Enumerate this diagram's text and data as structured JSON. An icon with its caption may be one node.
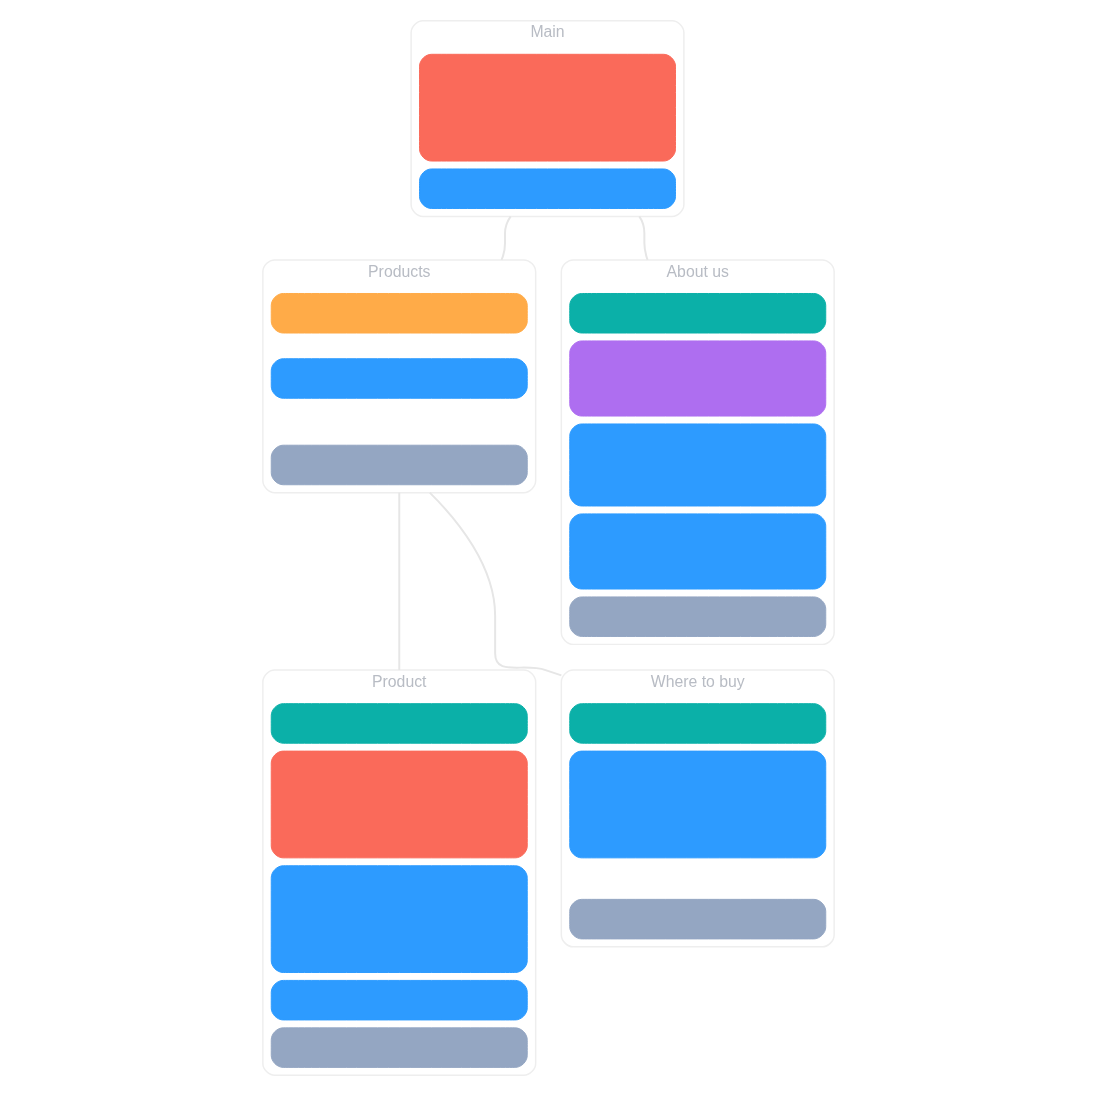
{
  "diagram": {
    "nodes": [
      {
        "text": [
          "Main"
        ]
      },
      {
        "text": [],
        "shape": "box",
        "in": 0
      },
      {
        "text": [],
        "shape": "box",
        "in": 0
      },
      {
        "text": [
          "Products"
        ]
      },
      {
        "text": [],
        "shape": "box",
        "in": 3
      },
      {
        "text": [],
        "shape": "box",
        "in": 3
      },
      {
        "text": [],
        "shape": "box",
        "in": 3
      },
      {
        "text": [
          "About us"
        ]
      },
      {
        "text": [],
        "shape": "box",
        "in": 7
      },
      {
        "text": [],
        "shape": "box",
        "in": 7
      },
      {
        "text": [],
        "shape": "box",
        "in": 7
      },
      {
        "text": [],
        "shape": "box",
        "in": 7
      },
      {
        "text": [],
        "shape": "box",
        "in": 7
      },
      {
        "text": [
          "Product"
        ]
      },
      {
        "text": [],
        "shape": "box",
        "in": 13
      },
      {
        "text": [],
        "shape": "box",
        "in": 13
      },
      {
        "text": [],
        "shape": "box",
        "in": 13
      },
      {
        "text": [],
        "shape": "box",
        "in": 13
      },
      {
        "text": [],
        "shape": "box",
        "in": 13
      },
      {
        "text": [
          "Where to buy"
        ]
      },
      {
        "text": [],
        "shape": "box",
        "in": 19
      },
      {
        "text": [],
        "shape": "box",
        "in": 19
      },
      {
        "text": [],
        "shape": "box",
        "in": 19
      }
    ],
    "edges": [
      {
        "from": 0,
        "to": 3,
        "arrow": "none"
      },
      {
        "from": 0,
        "to": 7,
        "arrow": "none"
      },
      {
        "from": 3,
        "to": 13,
        "arrow": "none"
      },
      {
        "from": 3,
        "to": 19,
        "arrow": "none"
      }
    ]
  }
}
